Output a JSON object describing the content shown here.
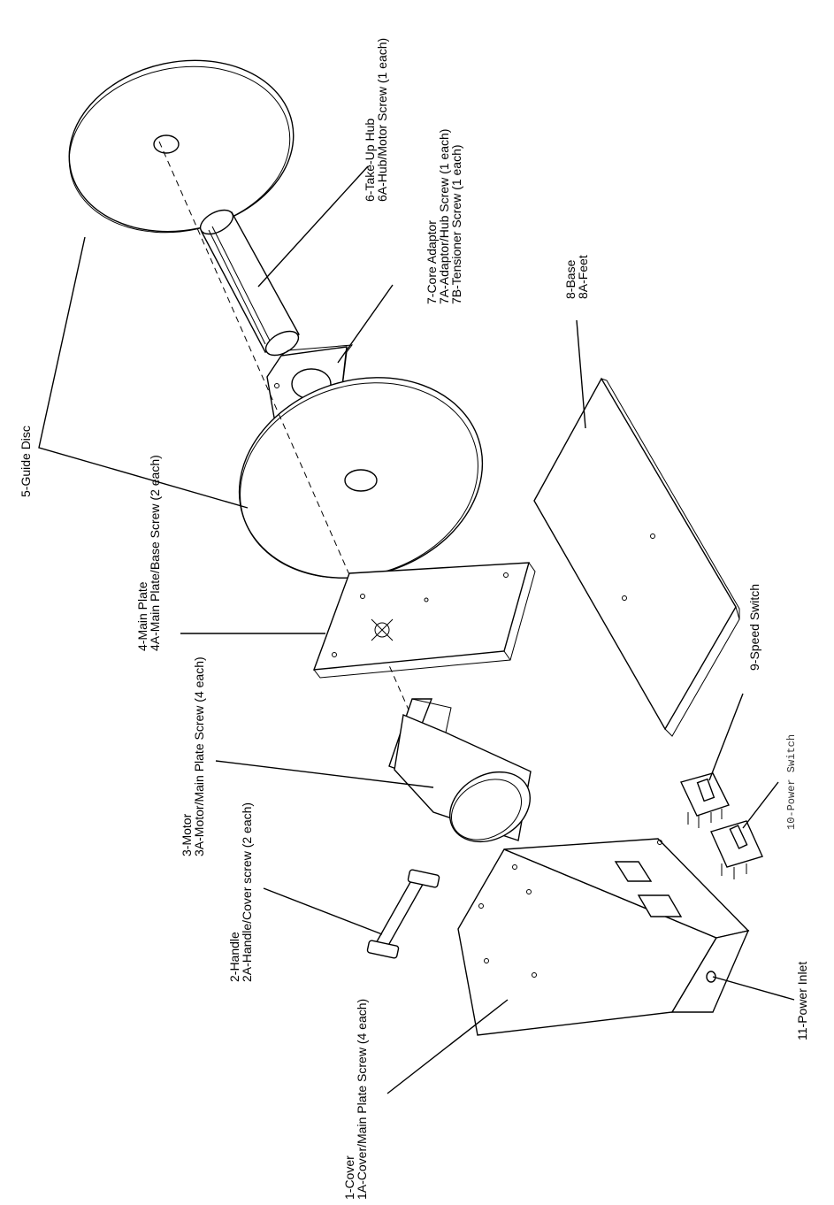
{
  "labels": {
    "guide_disc": "5-Guide Disc",
    "take_up_hub": [
      "6-Take-Up Hub",
      "6A-Hub/Motor Screw (1 each)"
    ],
    "core_adaptor": [
      "7-Core Adaptor",
      "7A-Adaptor/Hub Screw (1 each)",
      "7B-Tensioner Screw (1 each)"
    ],
    "base": [
      "8-Base",
      "8A-Feet"
    ],
    "main_plate": [
      "4-Main Plate",
      "4A-Main Plate/Base Screw (2 each)"
    ],
    "motor": [
      "3-Motor",
      "3A-Motor/Main Plate Screw (4 each)"
    ],
    "handle": [
      "2-Handle",
      "2A-Handle/Cover screw (2 each)"
    ],
    "cover": [
      "1-Cover",
      "1A-Cover/Main Plate Screw (4 each)"
    ],
    "speed_switch": "9-Speed Switch",
    "power_switch": "10-Power Switch",
    "power_inlet": "11-Power Inlet"
  },
  "icons": {
    "guide_disc": "disc-drawing",
    "take_up_hub": "cylinder-drawing",
    "core_adaptor": "block-drawing",
    "base": "plate-drawing",
    "main_plate": "plate-drawing",
    "motor": "cylinder-drawing",
    "handle": "handle-drawing",
    "cover": "box-drawing",
    "speed_switch": "switch-drawing",
    "power_switch": "switch-drawing",
    "power_inlet": "inlet-drawing"
  }
}
